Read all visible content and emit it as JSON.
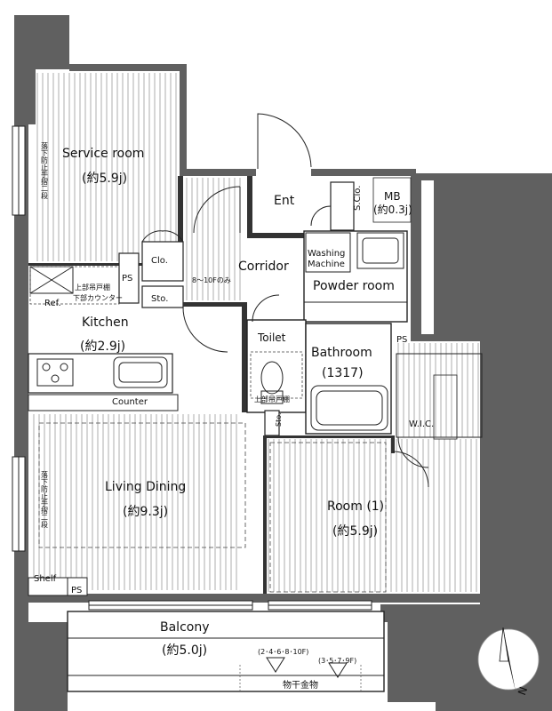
{
  "rooms": {
    "service_room": "Service room",
    "service_room_size": "(約5.9j)",
    "ent": "Ent",
    "sclo": "S.Clo.",
    "mb": "MB",
    "mb_size": "(約0.3j)",
    "clo": "Clo.",
    "ps_kitchen": "PS",
    "corridor": "Corridor",
    "corridor_note": "8～10Fのみ",
    "washing": "Washing",
    "machine": "Machine",
    "powder_room": "Powder room",
    "sto_corridor": "Sto.",
    "ref": "Ref.",
    "kitchen_note1": "上部吊戸棚",
    "kitchen_note2": "下部カウンター",
    "kitchen": "Kitchen",
    "kitchen_size": "(約2.9j)",
    "toilet": "Toilet",
    "toilet_note": "上部吊戸棚",
    "bathroom": "Bathroom",
    "bathroom_size": "(1317)",
    "ps_bath": "PS",
    "counter": "Counter",
    "sto_toilet": "Sto.",
    "wic": "W.I.C.",
    "living_dining": "Living Dining",
    "living_dining_size": "(約9.3j)",
    "room1": "Room (1)",
    "room1_size": "(約5.9j)",
    "shelf": "Shelf",
    "ps_shelf": "PS",
    "balcony": "Balcony",
    "balcony_size": "(約5.0j)",
    "balcony_note1": "(2･4･6･8･10F)",
    "balcony_note2": "(3･5･7･9F)",
    "balcony_note3": "物干金物",
    "window_note_top": "落下防止手摺二段",
    "window_note_bottom": "落下防止手摺二段",
    "compass": "N"
  },
  "colors": {
    "wall": "#606060",
    "line": "#222222",
    "floor": "#9a9a9a"
  }
}
